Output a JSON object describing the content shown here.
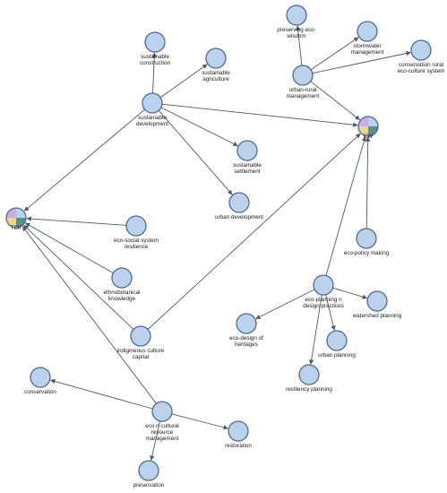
{
  "nodes": [
    {
      "id": "tek",
      "label": [
        "TEK"
      ],
      "quad": true
    },
    {
      "id": "ew",
      "label": [
        "EW"
      ],
      "quad": true
    },
    {
      "id": "sust_dev",
      "label": [
        "sustainable",
        "development"
      ]
    },
    {
      "id": "sust_constr",
      "label": [
        "sustainable",
        "construction"
      ]
    },
    {
      "id": "sust_agri",
      "label": [
        "sustainable",
        "agriculture"
      ]
    },
    {
      "id": "sust_settle",
      "label": [
        "sustainable",
        "settlement"
      ]
    },
    {
      "id": "urban_dev",
      "label": [
        "urban development"
      ]
    },
    {
      "id": "preserving",
      "label": [
        "preserving eco-",
        "wisdom"
      ]
    },
    {
      "id": "stormwater",
      "label": [
        "stormwater",
        "management"
      ]
    },
    {
      "id": "cons_rural",
      "label": [
        "conservation rural",
        "eco-culture system"
      ]
    },
    {
      "id": "urban_rural",
      "label": [
        "urban-rural",
        "management"
      ]
    },
    {
      "id": "eco_social",
      "label": [
        "eco-social system",
        "resilience"
      ]
    },
    {
      "id": "ethno",
      "label": [
        "ethnobotanical",
        "knowledge"
      ]
    },
    {
      "id": "indig",
      "label": [
        "indigineous culture",
        "capital"
      ]
    },
    {
      "id": "eco_policy",
      "label": [
        "eco-policy making"
      ]
    },
    {
      "id": "eco_planning",
      "label": [
        "eco-planning n",
        "design practices"
      ]
    },
    {
      "id": "eco_design",
      "label": [
        "eco-design of",
        "heritages"
      ]
    },
    {
      "id": "watershed",
      "label": [
        "watershed planning"
      ]
    },
    {
      "id": "urban_plan",
      "label": [
        "urban planning"
      ]
    },
    {
      "id": "resiliency",
      "label": [
        "reciliency planning"
      ]
    },
    {
      "id": "conservation",
      "label": [
        "conservation"
      ]
    },
    {
      "id": "eco_cultural",
      "label": [
        "eco n cultural",
        "resource",
        "management"
      ]
    },
    {
      "id": "restoration",
      "label": [
        "restoration"
      ]
    },
    {
      "id": "preservation",
      "label": [
        "preservation"
      ]
    }
  ],
  "edges": [
    [
      "sust_dev",
      "sust_constr"
    ],
    [
      "sust_dev",
      "sust_agri"
    ],
    [
      "sust_dev",
      "sust_settle"
    ],
    [
      "sust_dev",
      "urban_dev"
    ],
    [
      "sust_dev",
      "ew"
    ],
    [
      "sust_dev",
      "tek"
    ],
    [
      "urban_rural",
      "preserving"
    ],
    [
      "urban_rural",
      "stormwater"
    ],
    [
      "urban_rural",
      "cons_rural"
    ],
    [
      "urban_rural",
      "ew"
    ],
    [
      "eco_social",
      "tek"
    ],
    [
      "ethno",
      "tek"
    ],
    [
      "indig",
      "tek"
    ],
    [
      "indig",
      "ew"
    ],
    [
      "eco_policy",
      "ew"
    ],
    [
      "eco_planning",
      "ew"
    ],
    [
      "eco_planning",
      "eco_design"
    ],
    [
      "eco_planning",
      "watershed"
    ],
    [
      "eco_planning",
      "urban_plan"
    ],
    [
      "eco_planning",
      "resiliency"
    ],
    [
      "eco_cultural",
      "tek"
    ],
    [
      "eco_cultural",
      "conservation"
    ],
    [
      "eco_cultural",
      "restoration"
    ],
    [
      "eco_cultural",
      "preservation"
    ]
  ],
  "colors": {
    "node_fill": "#bcd2ec",
    "node_stroke": "#4a6a94",
    "edge": "#4a5a6a",
    "quad_top_left": "#c7aee0",
    "quad_top_right": "#bcd2ec",
    "quad_bottom_left": "#f4d48a",
    "quad_bottom_right": "#5c8f86"
  }
}
